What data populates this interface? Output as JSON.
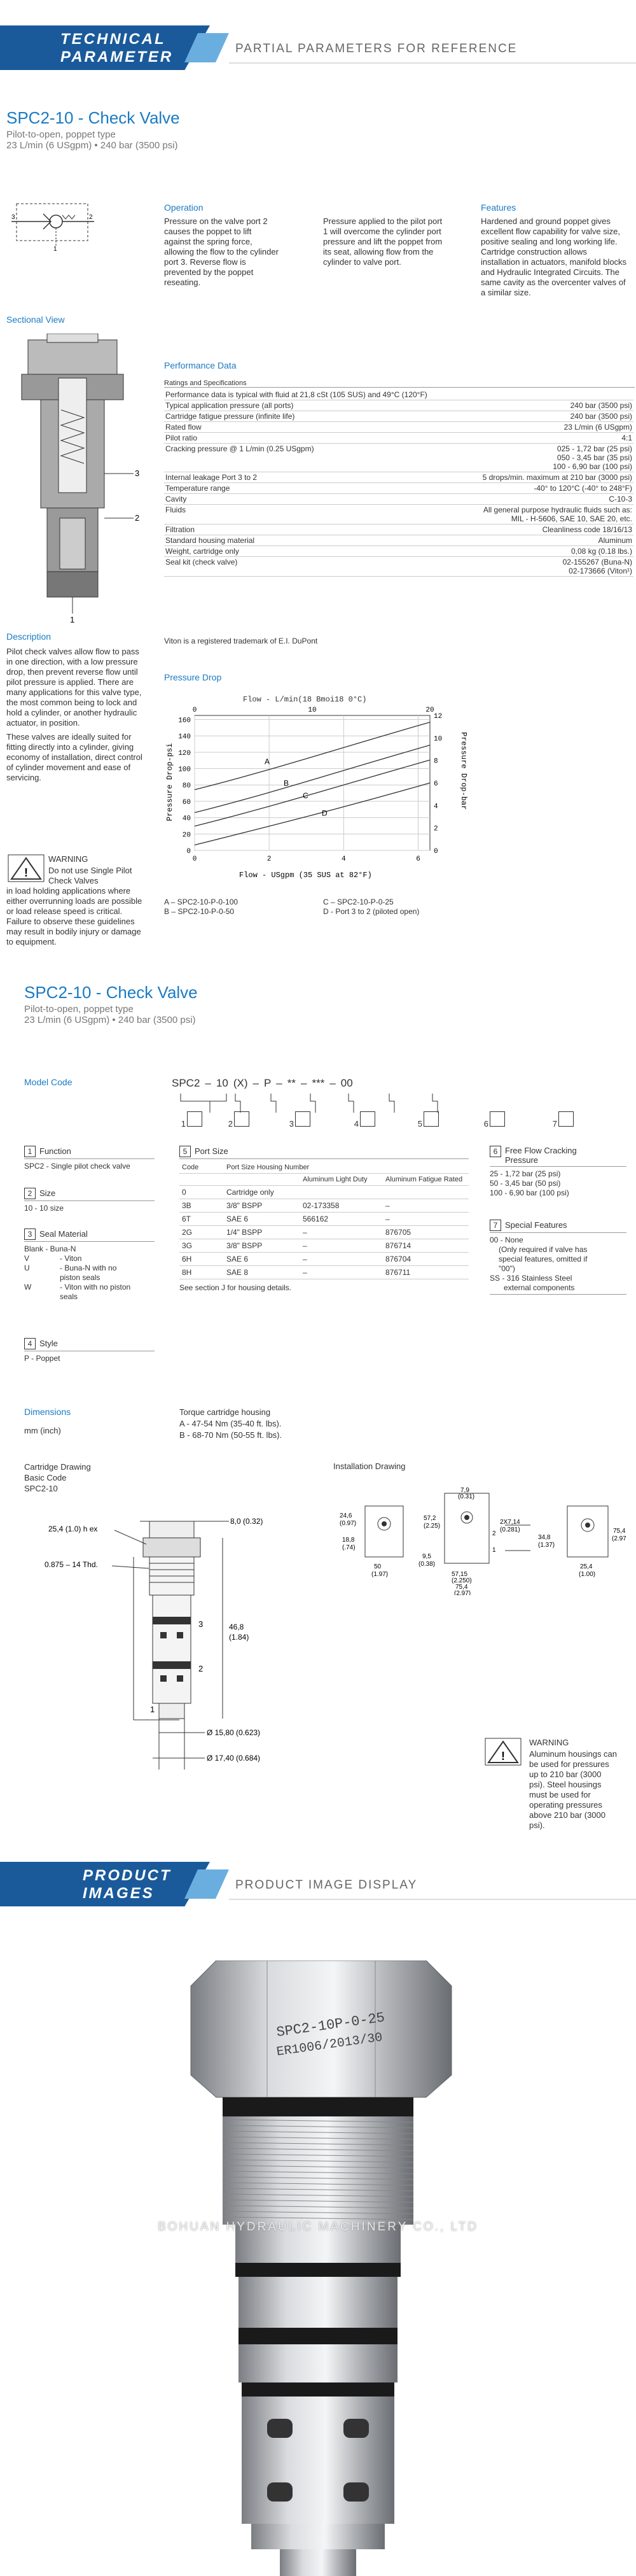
{
  "banner1": {
    "title_line1": "TECHNICAL",
    "title_line2": "PARAMETER",
    "subtitle": "PARTIAL PARAMETERS FOR REFERENCE"
  },
  "header1": {
    "title_code": "SPC2-10",
    "title_sep": " - ",
    "title_name": "Check Valve",
    "line1": "Pilot-to-open, poppet type",
    "line2": "23 L/min (6 USgpm) • 240 bar (3500 psi)"
  },
  "operation": {
    "title": "Operation",
    "col1": "Pressure on the valve port 2 causes the poppet to lift against the spring force, allowing the flow to the cylinder port 3. Reverse flow is prevented by the poppet reseating.",
    "col2": "Pressure applied to the pilot port 1 will overcome the cylinder port pressure and lift the poppet from its seat, allowing flow from the cylinder to valve port."
  },
  "features": {
    "title": "Features",
    "text": "Hardened and ground poppet gives excellent flow capability for valve size, positive sealing and long working life. Cartridge construction allows installation in actuators, manifold blocks and Hydraulic Integrated Circuits. The same cavity as the overcenter valves of a similar size."
  },
  "sectional_view": {
    "title": "Sectional View"
  },
  "performance": {
    "title": "Performance Data",
    "subtitle": "Ratings and Specifications",
    "rows": [
      [
        "Performance data is typical with fluid at 21,8 cSt (105 SUS) and 49°C (120°F)",
        ""
      ],
      [
        "Typical application pressure (all ports)",
        "240 bar (3500 psi)"
      ],
      [
        "Cartridge fatigue pressure (infinite life)",
        "240 bar (3500 psi)"
      ],
      [
        "Rated flow",
        "23 L/min (6 USgpm)"
      ],
      [
        "Pilot ratio",
        "4:1"
      ],
      [
        "Cracking pressure @ 1 L/min (0.25 USgpm)",
        "025 -        1,72 bar (25 psi)\n050 -        3,45 bar (35 psi)\n100 -     6,90 bar (100 psi)"
      ],
      [
        "Internal leakage                                   Port 3 to 2",
        "5 drops/min. maximum at 210 bar (3000 psi)"
      ],
      [
        "Temperature range",
        "-40° to 120°C (-40° to 248°F)"
      ],
      [
        "Cavity",
        "C-10-3"
      ],
      [
        "Fluids",
        "All general purpose hydraulic fluids such as:\nMIL - H-5606, SAE 10, SAE 20, etc."
      ],
      [
        "Filtration",
        "Cleanliness code 18/16/13"
      ],
      [
        "Standard housing material",
        "Aluminum"
      ],
      [
        "Weight, cartridge only",
        "0,08 kg (0.18 lbs.)"
      ],
      [
        "Seal kit (check valve)",
        "02-155267 (Buna-N)\n02-173666 (Viton¹)"
      ]
    ],
    "footnote": "Viton is a registered trademark of E.I. DuPont"
  },
  "pressure_drop": {
    "title": "Pressure Drop",
    "top_axis": "Flow - L/min(18 Bmoi18 0°C)",
    "bottom_axis": "Flow - USgpm (35 SUS at 82°F)",
    "left_axis": "Pressure Drop-psi",
    "right_axis": "Pressure Drop-bar",
    "left_ticks": [
      "160",
      "140",
      "120",
      "100",
      "80",
      "60",
      "40",
      "20",
      "0"
    ],
    "right_ticks": [
      "12",
      "10",
      "8",
      "6",
      "4",
      "2",
      "0"
    ],
    "top_ticks": [
      "0",
      "10",
      "20"
    ],
    "bottom_ticks": [
      "0",
      "2",
      "4",
      "6"
    ],
    "curve_labels": [
      "A",
      "B",
      "C",
      "D"
    ],
    "legend_a": "A – SPC2-10-P-0-100",
    "legend_b": "B – SPC2-10-P-0-50",
    "legend_c": "C – SPC2-10-P-0-25",
    "legend_d": "D - Port 3 to 2 (piloted open)"
  },
  "description": {
    "title": "Description",
    "p1": "Pilot check valves allow flow to pass in one direction, with a low pressure drop, then prevent reverse flow until pilot pressure is applied. There are many applications for this valve type, the most common being to lock and hold a cylinder, or another hydraulic actuator, in position.",
    "p2": "These valves are ideally suited for fitting directly into a cylinder, giving economy of installation, direct control of cylinder movement and ease of servicing."
  },
  "warning1": {
    "title": "WARNING",
    "text1": "Do not use Single Pilot Check Valves",
    "text2": "in load holding applications where either overrunning loads are possible or load release speed is critical. Failure to observe these guidelines may result in bodily injury or damage to equipment."
  },
  "header2": {
    "title_code": "SPC2-10",
    "title_sep": " - ",
    "title_name": "Check Valve",
    "line1": "Pilot-to-open, poppet type",
    "line2": "23 L/min (6 USgpm) • 240 bar (3500 psi)"
  },
  "model_code": {
    "label": "Model Code",
    "parts": [
      "SPC2",
      "–",
      "10",
      "(X)",
      "–",
      "P",
      "–",
      "**",
      "–",
      "***",
      "–",
      "00"
    ],
    "boxes": [
      "1",
      "2",
      "3",
      "4",
      "5",
      "6",
      "7"
    ]
  },
  "function": {
    "num": "1",
    "title": "Function",
    "text": "SPC2 - Single pilot check valve"
  },
  "size": {
    "num": "2",
    "title": "Size",
    "text": "10 - 10 size"
  },
  "seal": {
    "num": "3",
    "title": "Seal Material",
    "l1": "Blank - Buna-N",
    "l2k": "V",
    "l2v": "- Viton",
    "l3k": "U",
    "l3v": "- Buna-N with no piston seals",
    "l4k": "W",
    "l4v": "- Viton with no piston seals"
  },
  "style": {
    "num": "4",
    "title": "Style",
    "text": "P - Poppet"
  },
  "port": {
    "num": "5",
    "title": "Port Size",
    "h_code": "Code",
    "h_port": "Port Size Housing Number",
    "h_al": "Aluminum Light Duty",
    "h_af": "Aluminum Fatigue Rated",
    "rows": [
      [
        "0",
        "Cartridge only",
        "",
        ""
      ],
      [
        "3B",
        "3/8\" BSPP",
        "02-173358",
        "–"
      ],
      [
        "6T",
        "SAE 6",
        "566162",
        "–"
      ],
      [
        "2G",
        "1/4\" BSPP",
        "–",
        "876705"
      ],
      [
        "3G",
        "3/8\" BSPP",
        "–",
        "876714"
      ],
      [
        "6H",
        "SAE 6",
        "–",
        "876704"
      ],
      [
        "8H",
        "SAE 8",
        "–",
        "876711"
      ]
    ],
    "note": "See section J for housing details."
  },
  "cracking": {
    "num": "6",
    "title": "Free Flow Cracking Pressure",
    "l1": "25   - 1,72 bar (25 psi)",
    "l2": "50   - 3,45 bar (50 psi)",
    "l3": "100 - 6,90 bar (100 psi)"
  },
  "special": {
    "num": "7",
    "title": "Special Features",
    "l1": "00 - None",
    "l2": "(Only required if valve has special features, omitted if \"00\")",
    "l3": "SS - 316 Stainless Steel",
    "l4": "external components"
  },
  "dimensions": {
    "title": "Dimensions",
    "unit": "mm (inch)",
    "torque_title": "Torque cartridge housing",
    "torque_a": "A - 47-54 Nm (35-40 ft. lbs).",
    "torque_b": "B - 68-70 Nm (50-55 ft. lbs).",
    "cart_l1": "Cartridge Drawing",
    "cart_l2": "Basic Code",
    "cart_l3": "SPC2-10",
    "install": "Installation Drawing"
  },
  "dims": {
    "hex": "25,4 (1.0) h ex",
    "thd": "0.875 – 14 Thd.",
    "d8": "8,0 (0.32)",
    "d46": "46,8",
    "d46b": "(1.84)",
    "d15": "Ø 15,80 (0.623)",
    "d17": "Ø 17,40 (0.684)",
    "p3": "3",
    "p2": "2",
    "p1": "1"
  },
  "warning2": {
    "title": "WARNING",
    "text": "Aluminum housings can be used for pressures up to 210 bar (3000 psi). Steel housings must be used for operating pressures above 210 bar (3000 psi)."
  },
  "banner2": {
    "title_line1": "PRODUCT",
    "title_line2": "IMAGES",
    "subtitle": "PRODUCT IMAGE DISPLAY"
  },
  "product": {
    "engraving1": "SPC2-10P-0-25",
    "engraving2": "ER1006/2013/30"
  },
  "watermark": "BOHUAN HYDRAULIC MACHINERY CO., LTD"
}
